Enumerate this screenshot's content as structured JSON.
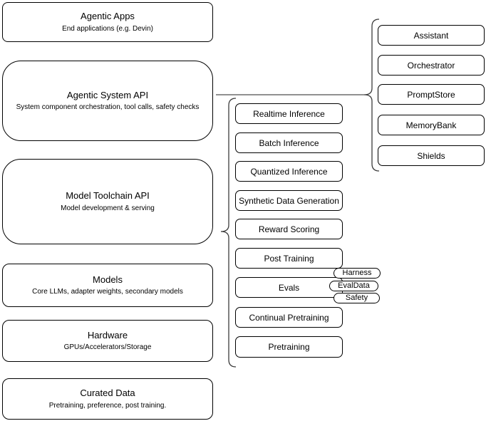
{
  "diagram": {
    "layers": [
      {
        "title": "Agentic Apps",
        "subtitle": "End applications (e.g. Devin)"
      },
      {
        "title": "Agentic System API",
        "subtitle": "System component orchestration, tool calls, safety checks"
      },
      {
        "title": "Model Toolchain API",
        "subtitle": "Model development & serving"
      },
      {
        "title": "Models",
        "subtitle": "Core LLMs, adapter weights, secondary models"
      },
      {
        "title": "Hardware",
        "subtitle": "GPUs/Accelerators/Storage"
      },
      {
        "title": "Curated Data",
        "subtitle": "Pretraining, preference, post training."
      }
    ],
    "toolchain_capabilities": [
      "Realtime Inference",
      "Batch Inference",
      "Quantized Inference",
      "Synthetic Data Generation",
      "Reward Scoring",
      "Post Training",
      "Evals",
      "Continual Pretraining",
      "Pretraining"
    ],
    "eval_components": [
      "Harness",
      "EvalData",
      "Safety"
    ],
    "system_components": [
      "Assistant",
      "Orchestrator",
      "PromptStore",
      "MemoryBank",
      "Shields"
    ],
    "colors": {
      "background": "#ffffff",
      "box_fill": "#ffffff",
      "box_border": "#000000",
      "text": "#000000",
      "connector": "#666666",
      "brace": "#3c3c3c"
    }
  }
}
